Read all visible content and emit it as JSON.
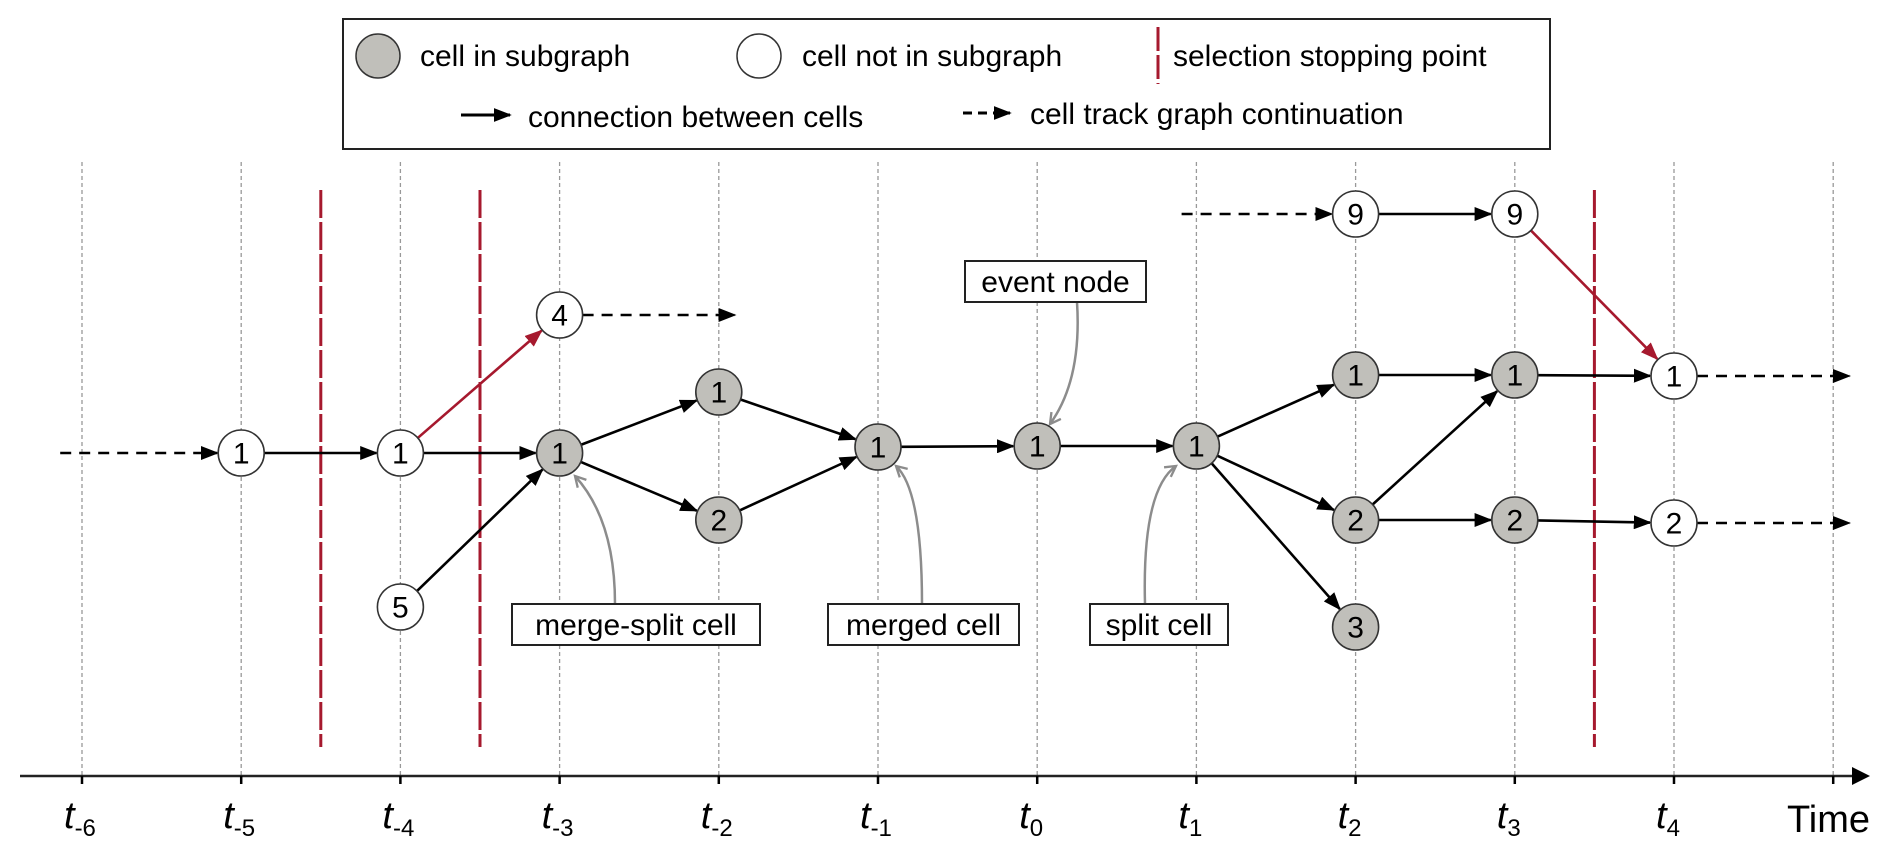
{
  "legend": {
    "items": [
      {
        "symbol": "filled-circle",
        "label": "cell in subgraph"
      },
      {
        "symbol": "empty-circle",
        "label": "cell not in subgraph"
      },
      {
        "symbol": "red-dashed-line",
        "label": "selection stopping point"
      },
      {
        "symbol": "solid-arrow",
        "label": "connection between cells"
      },
      {
        "symbol": "dashed-arrow",
        "label": "cell track graph continuation"
      }
    ]
  },
  "colors": {
    "in_subgraph_fill": "#c0bfba",
    "not_in_subgraph_fill": "#ffffff",
    "stopping_point": "#a6192e",
    "edge": "#000000",
    "grid": "#999999",
    "annotation_arrow": "#8c8c8c"
  },
  "axis": {
    "label": "Time",
    "ticks": [
      {
        "base": "t",
        "sub": "-6"
      },
      {
        "base": "t",
        "sub": "-5"
      },
      {
        "base": "t",
        "sub": "-4"
      },
      {
        "base": "t",
        "sub": "-3"
      },
      {
        "base": "t",
        "sub": "-2"
      },
      {
        "base": "t",
        "sub": "-1"
      },
      {
        "base": "t",
        "sub": "0"
      },
      {
        "base": "t",
        "sub": "1"
      },
      {
        "base": "t",
        "sub": "2"
      },
      {
        "base": "t",
        "sub": "3"
      },
      {
        "base": "t",
        "sub": "4"
      }
    ]
  },
  "stopping_points": [
    {
      "between": [
        "t-5",
        "t-4"
      ]
    },
    {
      "between": [
        "t-4",
        "t-3"
      ]
    },
    {
      "between": [
        "t3",
        "t4"
      ]
    }
  ],
  "nodes": [
    {
      "id": "a",
      "time": "t-5",
      "label": "1",
      "in_subgraph": false
    },
    {
      "id": "b",
      "time": "t-4",
      "label": "1",
      "in_subgraph": false
    },
    {
      "id": "n5",
      "time": "t-4",
      "label": "5",
      "in_subgraph": false
    },
    {
      "id": "n4",
      "time": "t-3",
      "label": "4",
      "in_subgraph": false
    },
    {
      "id": "c",
      "time": "t-3",
      "label": "1",
      "in_subgraph": true
    },
    {
      "id": "d1",
      "time": "t-2",
      "label": "1",
      "in_subgraph": true
    },
    {
      "id": "d2",
      "time": "t-2",
      "label": "2",
      "in_subgraph": true
    },
    {
      "id": "e",
      "time": "t-1",
      "label": "1",
      "in_subgraph": true
    },
    {
      "id": "f",
      "time": "t0",
      "label": "1",
      "in_subgraph": true
    },
    {
      "id": "g",
      "time": "t1",
      "label": "1",
      "in_subgraph": true
    },
    {
      "id": "h9",
      "time": "t2",
      "label": "9",
      "in_subgraph": false
    },
    {
      "id": "h1",
      "time": "t2",
      "label": "1",
      "in_subgraph": true
    },
    {
      "id": "h2",
      "time": "t2",
      "label": "2",
      "in_subgraph": true
    },
    {
      "id": "h3",
      "time": "t2",
      "label": "3",
      "in_subgraph": true
    },
    {
      "id": "i9",
      "time": "t3",
      "label": "9",
      "in_subgraph": false
    },
    {
      "id": "i1",
      "time": "t3",
      "label": "1",
      "in_subgraph": true
    },
    {
      "id": "i2",
      "time": "t3",
      "label": "2",
      "in_subgraph": true
    },
    {
      "id": "j1",
      "time": "t4",
      "label": "1",
      "in_subgraph": false
    },
    {
      "id": "j2",
      "time": "t4",
      "label": "2",
      "in_subgraph": false
    }
  ],
  "edges": [
    {
      "from": "a",
      "to": "b",
      "type": "connection"
    },
    {
      "from": "b",
      "to": "c",
      "type": "connection"
    },
    {
      "from": "b",
      "to": "n4",
      "type": "stopped"
    },
    {
      "from": "n5",
      "to": "c",
      "type": "connection"
    },
    {
      "from": "c",
      "to": "d1",
      "type": "connection"
    },
    {
      "from": "c",
      "to": "d2",
      "type": "connection"
    },
    {
      "from": "d1",
      "to": "e",
      "type": "connection"
    },
    {
      "from": "d2",
      "to": "e",
      "type": "connection"
    },
    {
      "from": "e",
      "to": "f",
      "type": "connection"
    },
    {
      "from": "f",
      "to": "g",
      "type": "connection"
    },
    {
      "from": "g",
      "to": "h1",
      "type": "connection"
    },
    {
      "from": "g",
      "to": "h2",
      "type": "connection"
    },
    {
      "from": "g",
      "to": "h3",
      "type": "connection"
    },
    {
      "from": "h9",
      "to": "i9",
      "type": "connection"
    },
    {
      "from": "h1",
      "to": "i1",
      "type": "connection"
    },
    {
      "from": "h2",
      "to": "i1",
      "type": "connection"
    },
    {
      "from": "h2",
      "to": "i2",
      "type": "connection"
    },
    {
      "from": "i1",
      "to": "j1",
      "type": "connection"
    },
    {
      "from": "i2",
      "to": "j2",
      "type": "connection"
    },
    {
      "from": "i9",
      "to": "j1",
      "type": "stopped"
    }
  ],
  "continuations": [
    {
      "to": "a",
      "direction": "incoming"
    },
    {
      "from": "n4",
      "direction": "outgoing"
    },
    {
      "to": "h9",
      "direction": "incoming"
    },
    {
      "from": "j1",
      "direction": "outgoing"
    },
    {
      "from": "j2",
      "direction": "outgoing"
    }
  ],
  "annotations": [
    {
      "label": "event node",
      "target": "f"
    },
    {
      "label": "merge-split cell",
      "target": "c"
    },
    {
      "label": "merged cell",
      "target": "e"
    },
    {
      "label": "split cell",
      "target": "g"
    }
  ]
}
